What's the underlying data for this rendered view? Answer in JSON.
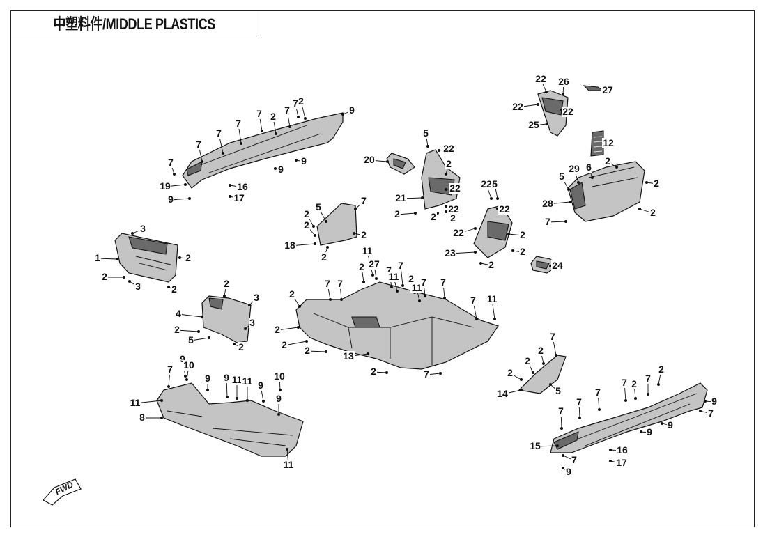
{
  "title": "中塑料件/MIDDLE PLASTICS",
  "fwd_label": "FWD",
  "callout_numbers": [
    "1",
    "2",
    "3",
    "4",
    "5",
    "6",
    "7",
    "8",
    "9",
    "10",
    "11",
    "12",
    "13",
    "14",
    "15",
    "16",
    "17",
    "18",
    "19",
    "20",
    "21",
    "22",
    "23",
    "24",
    "25",
    "26",
    "27",
    "28",
    "29"
  ]
}
